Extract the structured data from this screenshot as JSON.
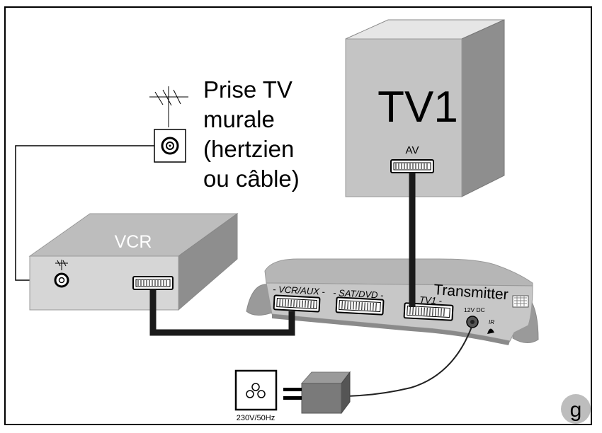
{
  "tv": {
    "label": "TV1",
    "port_label": "AV"
  },
  "wall_socket": {
    "lines": [
      "Prise TV",
      "murale",
      "(hertzien",
      "ou câble)"
    ]
  },
  "vcr": {
    "label": "VCR"
  },
  "transmitter": {
    "label": "Transmitter",
    "ports": [
      "- VCR/AUX -",
      "- SAT/DVD -",
      "TV1 -"
    ],
    "power_label": "12V DC",
    "ir_label": "IR"
  },
  "mains": {
    "label": "230V/50Hz"
  },
  "panel": {
    "letter": "g"
  },
  "colors": {
    "device_light": "#d6d6d6",
    "device_mid": "#a9a9a9",
    "device_dark": "#7a7a7a",
    "cable": "#1a1a1a"
  }
}
